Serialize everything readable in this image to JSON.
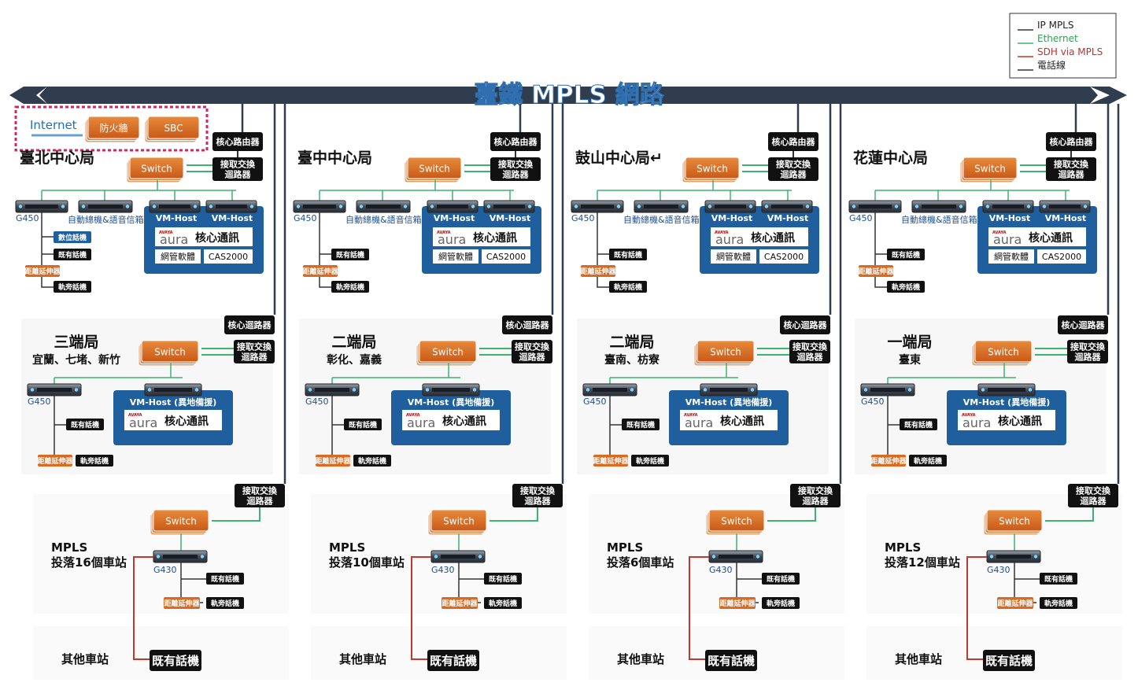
{
  "title": "臺鐵 MPLS 網路",
  "legend": [
    "IP MPLS",
    "Ethernet",
    "SDH via MPLS",
    "電話線"
  ],
  "colors": {
    "bus": "#2f3d4f",
    "ethernet": "#3cb371",
    "sdh": "#c0392b",
    "orange": "#d86a22",
    "blue": "#1f5f9e",
    "pink": "#d6245f"
  },
  "labels": {
    "internet": "Internet",
    "firewall": "防火牆",
    "sbc": "SBC",
    "switch": "Switch",
    "core_router": "核心路由器",
    "core_router2": "核心迴路器",
    "access_router": "接取交換\n迴路器",
    "g450": "G450",
    "g430": "G430",
    "auto": "自動總機&語音信箱",
    "vmhost": "VM-Host",
    "vmhost_backup": "VM-Host (異地備援)",
    "avaya": "AVAYA",
    "aura": "aura",
    "core_comm": "核心通訊",
    "nms": "網管軟體",
    "cas": "CAS2000",
    "digital_phone": "數位話機",
    "existing_phone": "既有話機",
    "extender": "距離延伸器",
    "track_phone": "軌旁話機",
    "other_station": "其他車站"
  },
  "centers": [
    {
      "name": "臺北中心局"
    },
    {
      "name": "臺中中心局"
    },
    {
      "name": "鼓山中心局↵"
    },
    {
      "name": "花蓮中心局"
    }
  ],
  "ends": [
    {
      "name": "三端局",
      "sub": "宜蘭、七堵、新竹"
    },
    {
      "name": "二端局",
      "sub": "彰化、嘉義"
    },
    {
      "name": "二端局",
      "sub": "臺南、枋寮"
    },
    {
      "name": "一端局",
      "sub": "臺東"
    }
  ],
  "mpls": [
    {
      "line1": "MPLS",
      "line2": "投落16個車站"
    },
    {
      "line1": "MPLS",
      "line2": "投落10個車站"
    },
    {
      "line1": "MPLS",
      "line2": "投落6個車站"
    },
    {
      "line1": "MPLS",
      "line2": "投落12個車站"
    }
  ]
}
